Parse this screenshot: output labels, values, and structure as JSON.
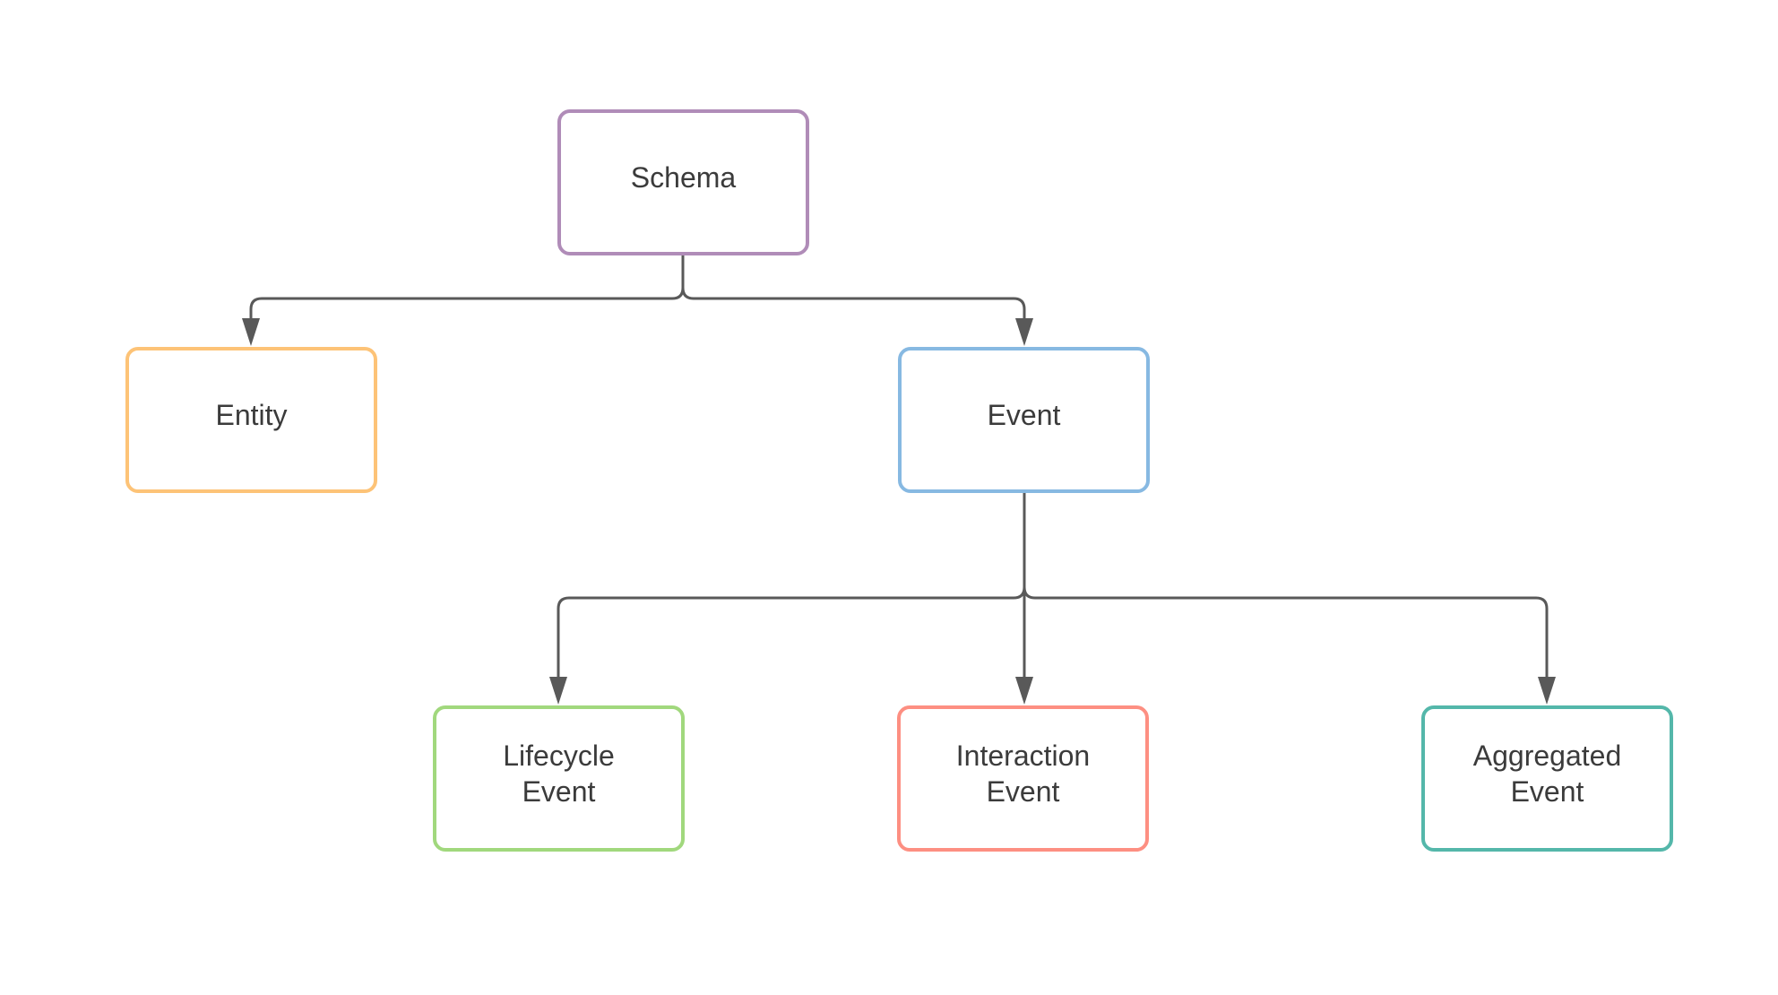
{
  "diagram": {
    "canvas_background": "#ffffff",
    "connector": {
      "color": "#595959"
    },
    "text_color": "#3b3b3b",
    "nodes": [
      {
        "id": "schema",
        "label": "Schema",
        "border_color": "#b08cb8"
      },
      {
        "id": "entity",
        "label": "Entity",
        "border_color": "#fdc377"
      },
      {
        "id": "event",
        "label": "Event",
        "border_color": "#87b9e2"
      },
      {
        "id": "lifecycle-event",
        "label": "Lifecycle\nEvent",
        "border_color": "#a1d87d"
      },
      {
        "id": "interaction-event",
        "label": "Interaction\nEvent",
        "border_color": "#fd8f82"
      },
      {
        "id": "aggregated-event",
        "label": "Aggregated\nEvent",
        "border_color": "#54b7aa"
      }
    ],
    "edges": [
      {
        "from": "Schema",
        "to": "Entity"
      },
      {
        "from": "Schema",
        "to": "Event"
      },
      {
        "from": "Event",
        "to": "Lifecycle Event"
      },
      {
        "from": "Event",
        "to": "Interaction Event"
      },
      {
        "from": "Event",
        "to": "Aggregated Event"
      }
    ]
  }
}
